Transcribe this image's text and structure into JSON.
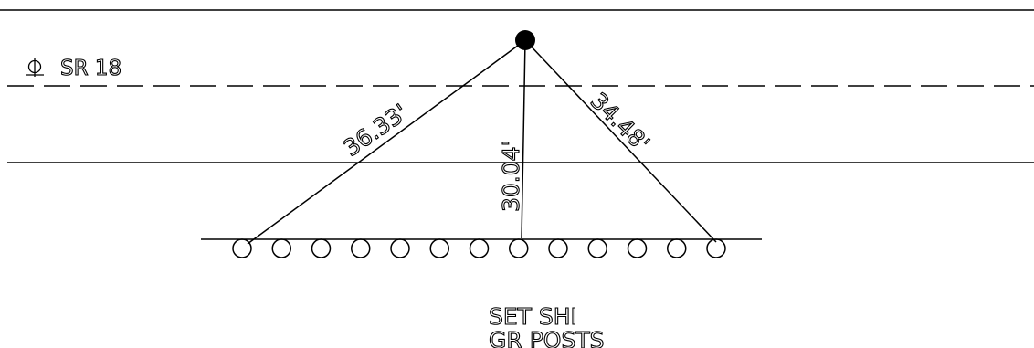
{
  "diagram": {
    "road_label": "SR 18",
    "centerline_symbol": "centerline-symbol",
    "measurements": {
      "left": "36.33'",
      "center": "30.04'",
      "right": "34.48'"
    },
    "note": {
      "line1": "SET SHI",
      "line2": "GR POSTS"
    },
    "post_count": 13
  }
}
